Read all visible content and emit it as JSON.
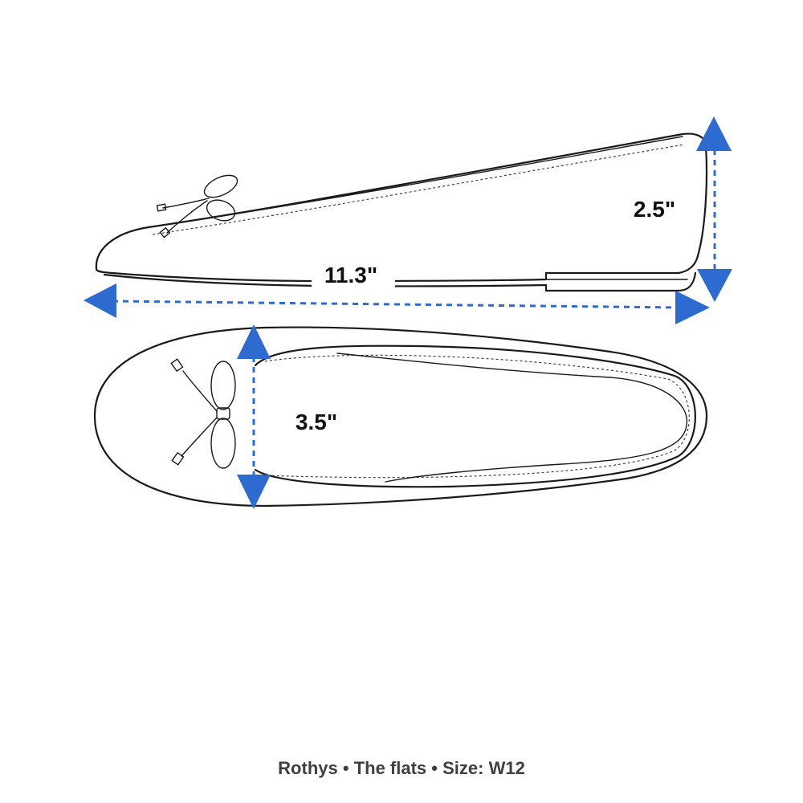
{
  "dimensions": {
    "length": "11.3\"",
    "height": "2.5\"",
    "width": "3.5\""
  },
  "caption": {
    "brand": "Rothys",
    "separator_1": "•",
    "product": "The flats",
    "separator_2": "•",
    "size": "Size: W12"
  },
  "colors": {
    "arrow": "#2e6bd0",
    "outline": "#1a1a1a",
    "caption_text": "#3f3f3f"
  },
  "icons": {
    "length_arrow": "double-headed-horizontal-arrow",
    "height_arrow": "double-headed-vertical-arrow",
    "width_arrow": "double-headed-vertical-arrow"
  }
}
